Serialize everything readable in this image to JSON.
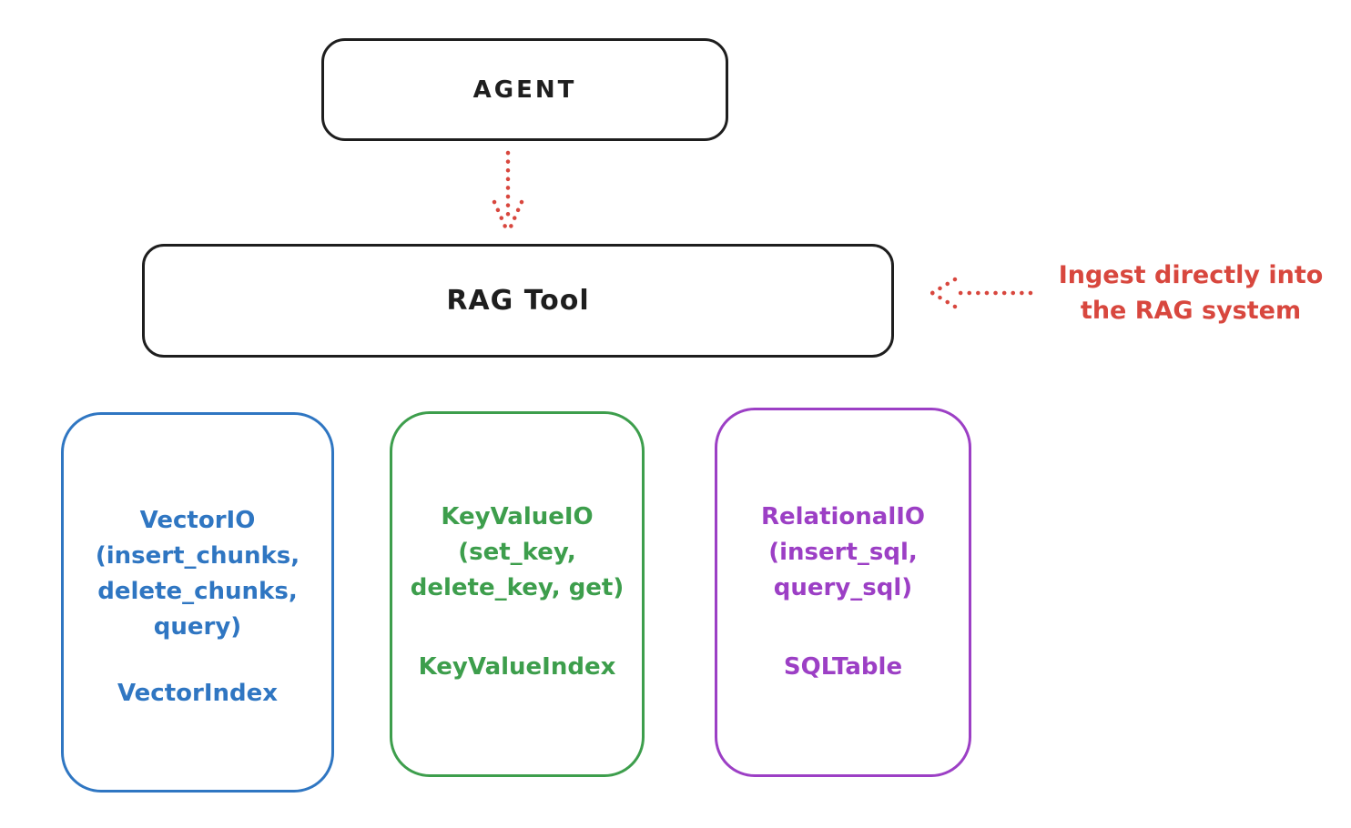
{
  "colors": {
    "ink": "#1e1e1e",
    "red": "#d8473e",
    "blue": "#2f76c2",
    "green": "#3d9e4c",
    "purple": "#9c3fc5",
    "background": "#ffffff"
  },
  "agent": {
    "label": "AGENT"
  },
  "rag_tool": {
    "label": "RAG Tool"
  },
  "annotation": {
    "line1": "Ingest directly into",
    "line2": "the RAG system"
  },
  "boxes": {
    "vector": {
      "title": "VectorIO",
      "params_line1": "(insert_chunks,",
      "params_line2": "delete_chunks,",
      "params_line3": "query)",
      "index": "VectorIndex",
      "color": "#2f76c2"
    },
    "keyvalue": {
      "title": "KeyValueIO",
      "params_line1": "(set_key,",
      "params_line2": "delete_key, get)",
      "index": "KeyValueIndex",
      "color": "#3d9e4c"
    },
    "relational": {
      "title": "RelationalIO",
      "params_line1": "(insert_sql,",
      "params_line2": "query_sql)",
      "index": "SQLTable",
      "color": "#9c3fc5"
    }
  }
}
